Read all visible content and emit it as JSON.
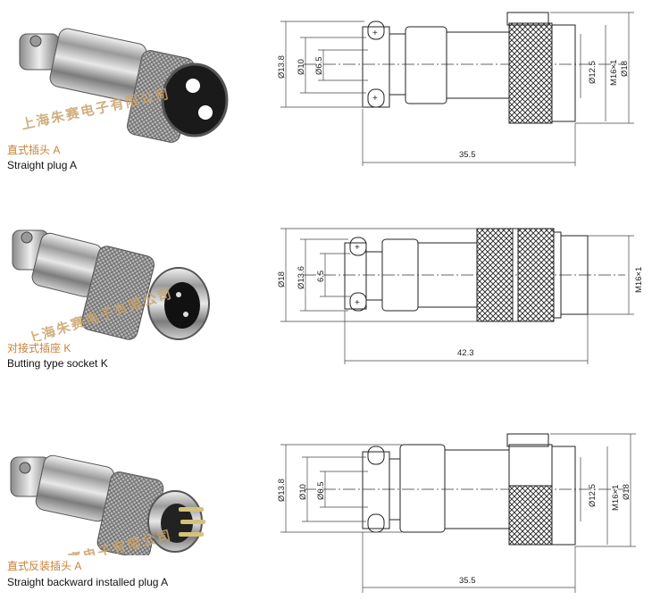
{
  "watermark": "上海朱赛电子有限公司",
  "panels": [
    {
      "caption_zh": "直式插头 A",
      "caption_en": "Straight plug A",
      "dims": {
        "d1": "Ø13.8",
        "d2": "Ø10",
        "d3": "Ø6.5",
        "d4": "Ø12.5",
        "d5": "M16×1",
        "d6": "Ø18",
        "length": "35.5"
      }
    },
    {
      "caption_zh": "对接式插座 K",
      "caption_en": "Butting type socket K",
      "dims": {
        "d1": "Ø18",
        "d2": "Ø13.6",
        "d3": "6.5",
        "d5": "M16×1",
        "length": "42.3"
      }
    },
    {
      "caption_zh": "直式反装插头 A",
      "caption_en": "Straight backward installed plug A",
      "dims": {
        "d1": "Ø13.8",
        "d2": "Ø10",
        "d3": "Ø6.5",
        "d4": "Ø12.5",
        "d5": "M16×1",
        "d6": "Ø18",
        "length": "35.5"
      }
    }
  ],
  "colors": {
    "caption_zh": "#c8823a",
    "watermark": "#c9a26a",
    "line": "#222222"
  }
}
